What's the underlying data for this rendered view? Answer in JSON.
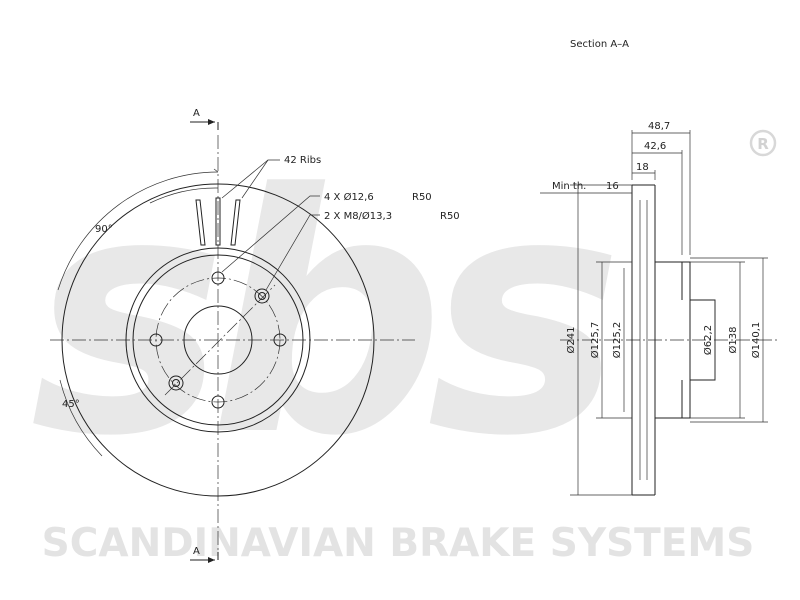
{
  "watermark": {
    "logo_text": "sbs",
    "registered_mark": "R",
    "company_name": "SCANDINAVIAN BRAKE SYSTEMS",
    "color": "#e6e6e6"
  },
  "front_view": {
    "section_marker_top": "A",
    "section_marker_bottom": "A",
    "ribs_label": "42 Ribs",
    "angle_90": "90°",
    "angle_45": "45°",
    "bolt_holes_label": "4 X Ø12,6",
    "bolt_holes_radius": "R50",
    "threaded_holes_label": "2 X M8/Ø13,3",
    "threaded_holes_radius": "R50"
  },
  "section_view": {
    "title": "Section A–A",
    "dim_overall_height": "48,7",
    "dim_hat_height": "42,6",
    "dim_disc_thickness": "18",
    "min_thickness_label": "Min th.",
    "min_thickness_value": "16",
    "dia_outer": "Ø241",
    "dia_friction_inner": "Ø125,7",
    "dia_hat_outer": "Ø125,2",
    "dia_center_bore": "Ø62,2",
    "dia_hat_mid": "Ø138",
    "dia_hat_max": "Ø140,1"
  }
}
